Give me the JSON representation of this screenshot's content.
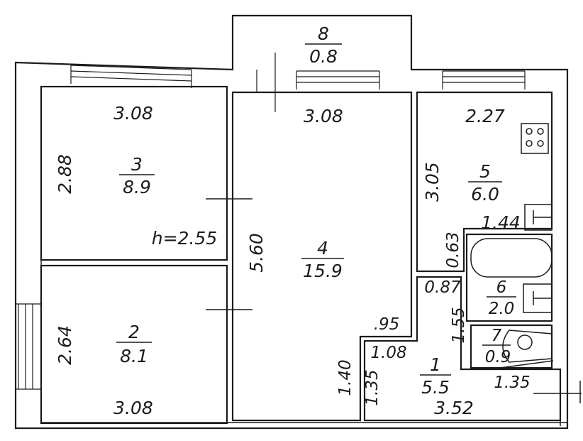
{
  "plan": {
    "rooms": [
      {
        "id": "8",
        "number": "8",
        "area": "0.8"
      },
      {
        "id": "3",
        "number": "3",
        "area": "8.9"
      },
      {
        "id": "4",
        "number": "4",
        "area": "15.9"
      },
      {
        "id": "5",
        "number": "5",
        "area": "6.0"
      },
      {
        "id": "2",
        "number": "2",
        "area": "8.1"
      },
      {
        "id": "6",
        "number": "6",
        "area": "2.0"
      },
      {
        "id": "7",
        "number": "7",
        "area": "0.9"
      },
      {
        "id": "1",
        "number": "1",
        "area": "5.5"
      }
    ],
    "dimensions": {
      "room3_top": "3.08",
      "room3_side": "2.88",
      "ceiling_height": "h=2.55",
      "room4_top": "3.08",
      "room4_side": "5.60",
      "room5_top": "2.27",
      "room5_side": "3.05",
      "room5_bottom": "1.44",
      "room2_side": "2.64",
      "room2_bottom": "3.08",
      "corridor_small": ".95",
      "corridor_width": "1.08",
      "corridor_left_a": "1.40",
      "corridor_left_b": "1.35",
      "room1_bottom": "3.52",
      "bath_top": "0.63",
      "bath_width": "0.87",
      "wc_height": "1.55",
      "wc_width": "1.35"
    }
  }
}
